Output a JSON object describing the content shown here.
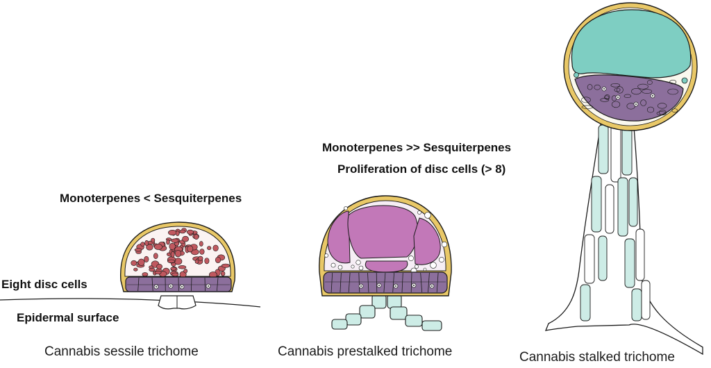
{
  "labels": {
    "sessile_terpenes": "Monoterpenes < Sesquiterpenes",
    "prestalked_terpenes": "Monoterpenes >> Sesquiterpenes",
    "proliferation": "Proliferation of disc cells (> 8)",
    "eight_disc_cells": "Eight disc cells",
    "epidermal_surface": "Epidermal surface"
  },
  "captions": {
    "sessile": "Cannabis sessile trichome",
    "prestalked": "Cannabis prestalked trichome",
    "stalked": "Cannabis stalked trichome"
  },
  "colors": {
    "outline": "#1a1a1a",
    "wall": "#e9c867",
    "oil_sessile": "#c0585f",
    "oil_prestalked": "#c278b8",
    "resin_stalked": "#7ecec2",
    "disc_cells": "#8c6f9c",
    "stalk_cells": "#cdece6"
  }
}
